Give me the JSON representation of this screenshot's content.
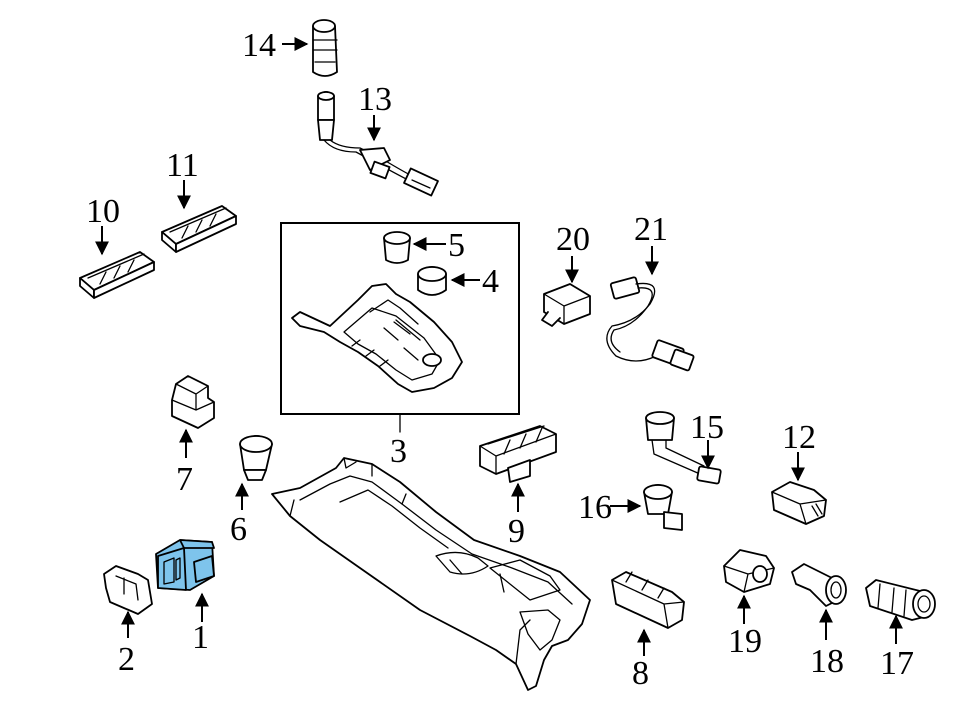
{
  "colors": {
    "highlight": "#7ec4ec",
    "line": "#000000"
  },
  "callouts": {
    "c1": "1",
    "c2": "2",
    "c3": "3",
    "c4": "4",
    "c5": "5",
    "c6": "6",
    "c7": "7",
    "c8": "8",
    "c9": "9",
    "c10": "10",
    "c11": "11",
    "c12": "12",
    "c13": "13",
    "c14": "14",
    "c15": "15",
    "c16": "16",
    "c17": "17",
    "c18": "18",
    "c19": "19",
    "c20": "20",
    "c21": "21"
  },
  "highlighted_part": "1"
}
